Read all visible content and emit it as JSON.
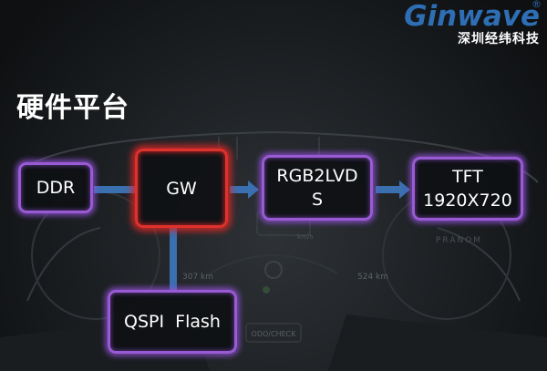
{
  "brand": {
    "name": "Ginwave",
    "registered_mark": "®",
    "subtitle": "深圳经纬科技"
  },
  "title": "硬件平台",
  "blocks": {
    "ddr": "DDR",
    "gw": "GW",
    "rgb2lvds": "RGB2LVD\nS",
    "tft": "TFT\n1920X720",
    "qspi": "QSPI  Flash"
  },
  "background": {
    "speed_left": "307 km",
    "speed_right": "524 km",
    "unit": "km/h",
    "odo": "ODO/CHECK",
    "pranom": "PRANOM"
  },
  "colors": {
    "brand_blue": "#2e6eb4",
    "purple_glow": "#9a5ad4",
    "red_glow": "#e0322c",
    "arrow_blue": "#3a6fb0"
  }
}
